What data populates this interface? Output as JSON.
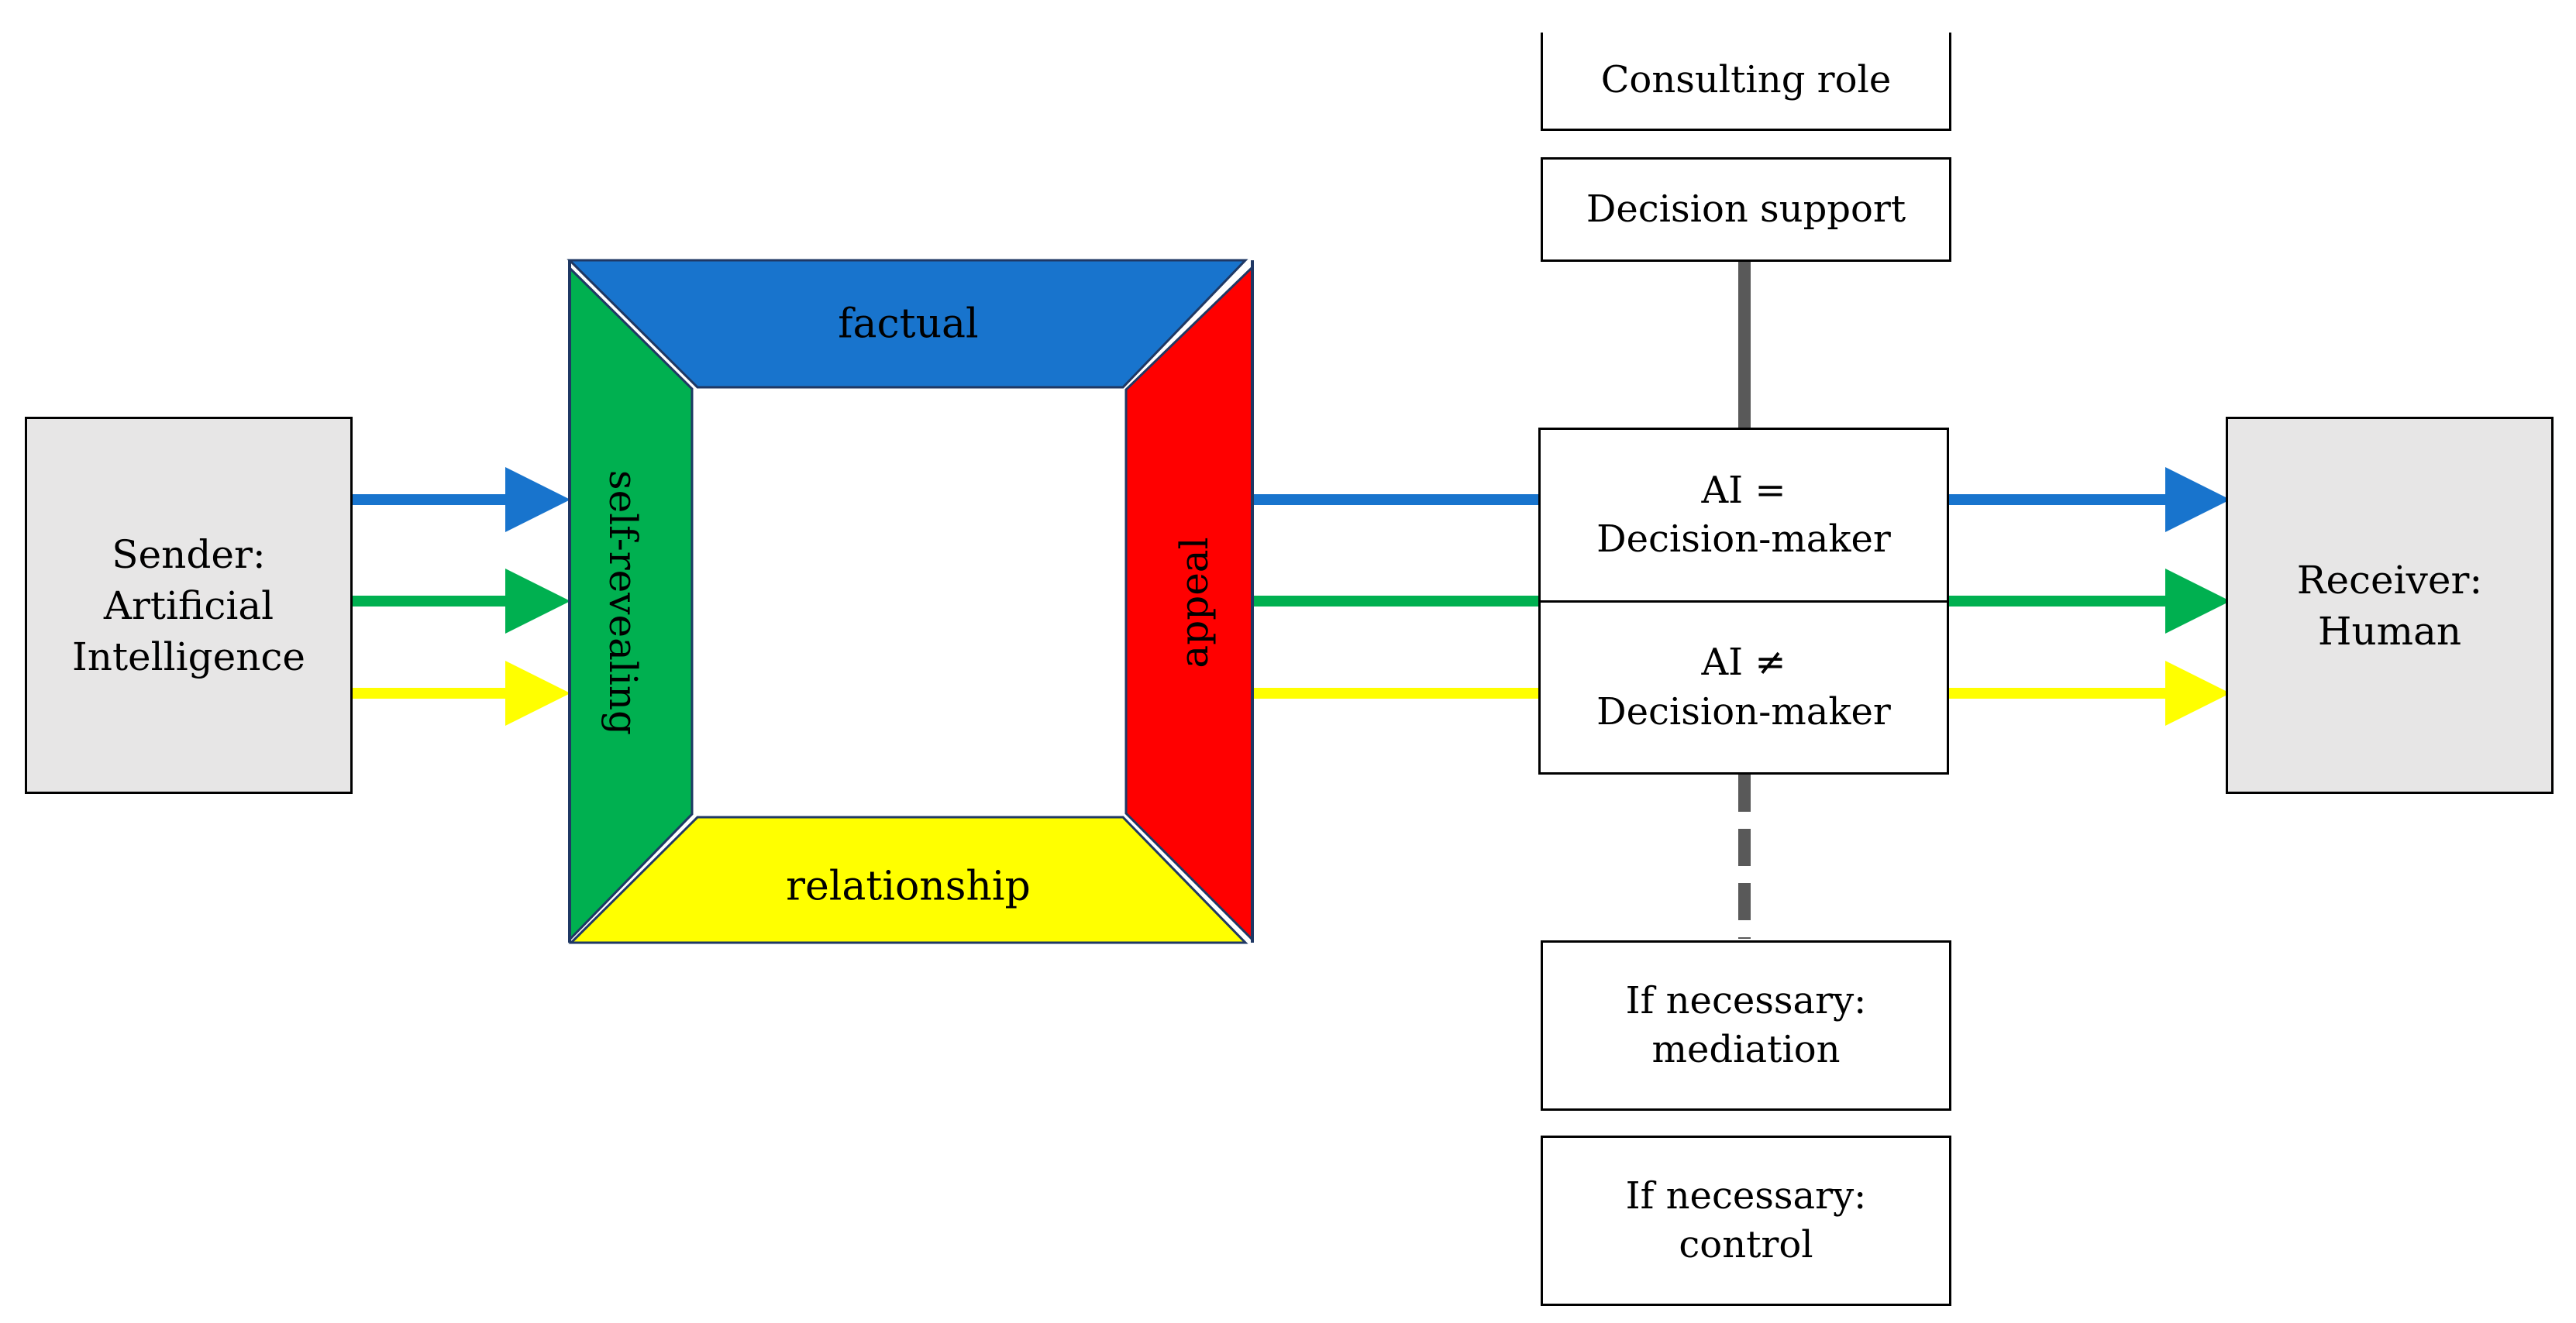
{
  "sender": {
    "line1": "Sender:",
    "line2": "Artificial",
    "line3": "Intelligence"
  },
  "receiver": {
    "line1": "Receiver:",
    "line2": "Human"
  },
  "square": {
    "top": "factual",
    "left": "self-revealing",
    "right": "appeal",
    "bottom": "relationship"
  },
  "roles": {
    "consulting": "Consulting role",
    "support": "Decision support",
    "ai_equal_line1": "AI =",
    "ai_equal_line2": "Decision-maker",
    "ai_not_equal_line1": "AI ≠",
    "ai_not_equal_line2": "Decision-maker",
    "mediation_line1": "If necessary:",
    "mediation_line2": "mediation",
    "control_line1": "If necessary:",
    "control_line2": "control"
  },
  "colors": {
    "factual": "#1874cd",
    "self_revealing": "#00b050",
    "appeal": "#ff0000",
    "relationship": "#ffff00",
    "connector": "#595959",
    "box_fill": "#e7e6e6"
  }
}
